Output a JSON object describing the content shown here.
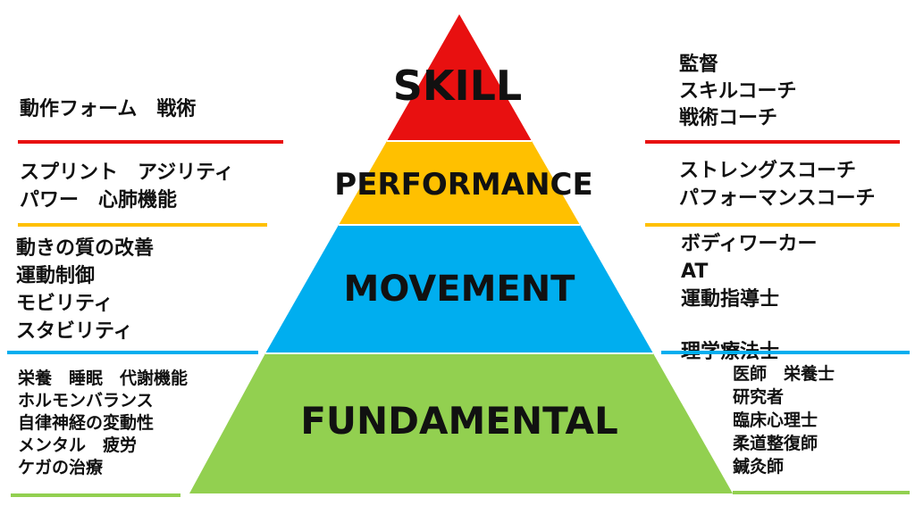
{
  "colors": {
    "skill": "#E81010",
    "performance": "#FFC000",
    "movement": "#00AEEF",
    "fundamental": "#92D050"
  },
  "tiers": {
    "skill": "SKILL",
    "performance": "PERFORMANCE",
    "movement": "MOVEMENT",
    "fundamental": "FUNDAMENTAL"
  },
  "left": {
    "skill": [
      "動作フォーム　戦術"
    ],
    "performance": [
      "スプリント　アジリティ",
      "パワー　心肺機能"
    ],
    "movement": [
      "動きの質の改善",
      "運動制御",
      "モビリティ",
      "スタビリティ"
    ],
    "fundamental": [
      "栄養　睡眠　代謝機能",
      "ホルモンバランス",
      "自律神経の変動性",
      "メンタル　疲労",
      "ケガの治療"
    ]
  },
  "right": {
    "skill": [
      "監督",
      "スキルコーチ",
      "戦術コーチ"
    ],
    "performance": [
      "ストレングスコーチ",
      "パフォーマンスコーチ"
    ],
    "movement": [
      "ボディワーカー",
      "AT",
      "運動指導士"
    ],
    "fundamental_top": "理学療法士",
    "fundamental": [
      "医師　栄養士",
      "研究者",
      "臨床心理士",
      "柔道整復師",
      "鍼灸師"
    ]
  }
}
